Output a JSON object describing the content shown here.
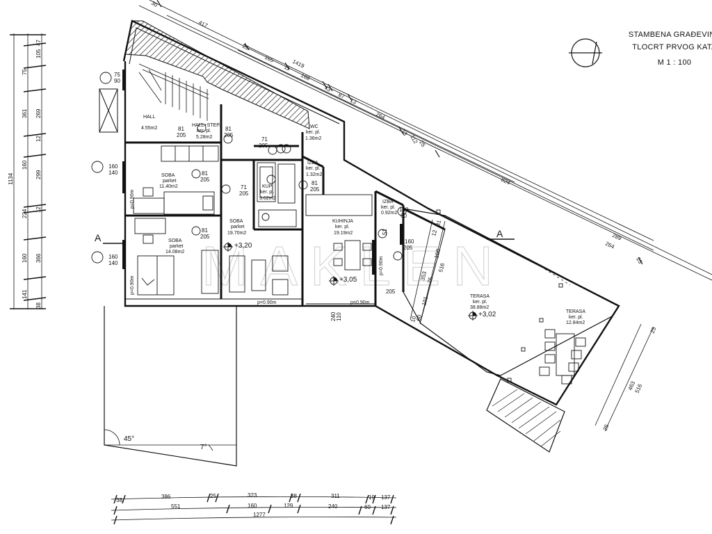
{
  "title": {
    "line1": "STAMBENA GRAĐEVINA",
    "line2": "TLOCRT PRVOG KATA",
    "line3": "M 1 : 100"
  },
  "watermark": "MAKLEN",
  "section_marks": [
    "A",
    "A"
  ],
  "angle_labels": [
    "45°",
    "7°"
  ],
  "rooms": [
    {
      "name": "HALL",
      "floor": "",
      "area": "4.55m2"
    },
    {
      "name": "HALL+STEP.",
      "floor": "ker. pl.",
      "area": "5.28m2"
    },
    {
      "name": "WC",
      "floor": "ker. pl.",
      "area": "1.36m2"
    },
    {
      "name": "SOBA",
      "floor": "parket",
      "area": "11.40m2"
    },
    {
      "name": "IZBA",
      "floor": "ker. pl.",
      "area": "1.32m2"
    },
    {
      "name": "KUP.",
      "floor": "ker. pl.",
      "area": "3.62m2"
    },
    {
      "name": "IZBA",
      "floor": "ker. pl.",
      "area": "0.92m2"
    },
    {
      "name": "KUHINJA",
      "floor": "ker. pl.",
      "area": "19.19m2"
    },
    {
      "name": "SOBA",
      "floor": "parket",
      "area": "19.70m2"
    },
    {
      "name": "SOBA",
      "floor": "parket",
      "area": "14.08m2"
    },
    {
      "name": "TERASA",
      "floor": "ker. pl.",
      "area": "38.88m2"
    },
    {
      "name": "TERASA",
      "floor": "ker. pl.",
      "area": "12.84m2"
    }
  ],
  "levels": [
    "+3,20",
    "+3,05",
    "+3,02"
  ],
  "parapets": [
    "p=0.90m",
    "p=0.90m",
    "p=0.90m",
    "p=0.90m",
    "p=0.90m"
  ],
  "openings": [
    {
      "w": "75",
      "h": "90"
    },
    {
      "w": "160",
      "h": "140"
    },
    {
      "w": "160",
      "h": "140"
    },
    {
      "w": "81",
      "h": "205"
    },
    {
      "w": "81",
      "h": "205"
    },
    {
      "w": "81",
      "h": "205"
    },
    {
      "w": "81",
      "h": "205"
    },
    {
      "w": "71",
      "h": "205"
    },
    {
      "w": "71",
      "h": "205"
    },
    {
      "w": "81",
      "h": "205"
    },
    {
      "w": "160",
      "h": "60"
    },
    {
      "w": "160",
      "h": "205"
    },
    {
      "w": "240",
      "h": "110"
    },
    {
      "w": "51",
      "h": "205"
    }
  ],
  "dims_left_outer": [
    "47",
    "105",
    "269",
    "12",
    "299",
    "12",
    "366",
    "38"
  ],
  "dims_left_inner": [
    "75",
    "361",
    "160",
    "224",
    "160",
    "141"
  ],
  "dim_left_total": "1134",
  "dims_top": [
    "30",
    "417",
    "25",
    "165",
    "11",
    "168",
    "43",
    "87",
    "13",
    "264",
    "13",
    "112",
    "25",
    "1419",
    "824",
    "289",
    "264",
    "25"
  ],
  "dims_bottom_row1": [
    "38",
    "386",
    "25",
    "323",
    "38",
    "311",
    "19",
    "137"
  ],
  "dims_bottom_row2": [
    "551",
    "160",
    "129",
    "240",
    "60",
    "137"
  ],
  "dim_bottom_total": "1277",
  "dims_terrace": [
    "12",
    "81",
    "160",
    "75",
    "516",
    "101",
    "353",
    "60",
    "10"
  ],
  "dims_right": [
    "25",
    "463",
    "516",
    "25"
  ]
}
